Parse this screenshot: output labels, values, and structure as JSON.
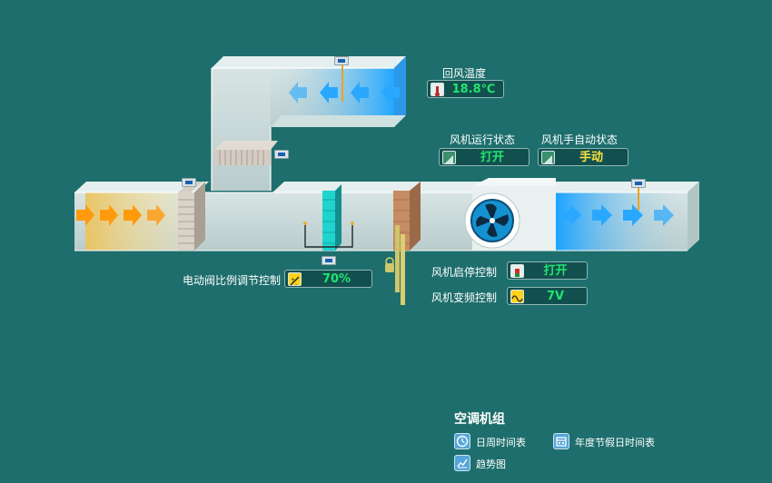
{
  "labels": {
    "return_air_temp": "回风温度",
    "fan_run_status": "风机运行状态",
    "fan_auto_manual": "风机手自动状态",
    "valve_control": "电动阀比例调节控制",
    "fan_start_stop": "风机启停控制",
    "fan_vfd": "风机变频控制"
  },
  "values": {
    "return_air_temp": "18.8℃",
    "fan_run_status": "打开",
    "fan_auto_manual": "手动",
    "valve_control": "70%",
    "fan_start_stop": "打开",
    "fan_vfd": "7V"
  },
  "panel": {
    "title": "空调机组",
    "items": [
      "日周时间表",
      "年度节假日时间表",
      "趋势图"
    ]
  },
  "icons": {
    "thermometer": "thermometer-icon",
    "status": "status-icon",
    "valve": "valve-icon",
    "switch": "switch-icon",
    "wave": "sine-wave-icon",
    "clock": "clock-icon",
    "calendar": "calendar-icon",
    "trend": "trend-chart-icon"
  },
  "colors": {
    "background": "#1d6e6c",
    "value_green": "#23e36e",
    "accent_yellow": "#ffd21c",
    "supply_blue": "#2ea6ff",
    "fresh_air_orange": "#ff9a0c"
  }
}
